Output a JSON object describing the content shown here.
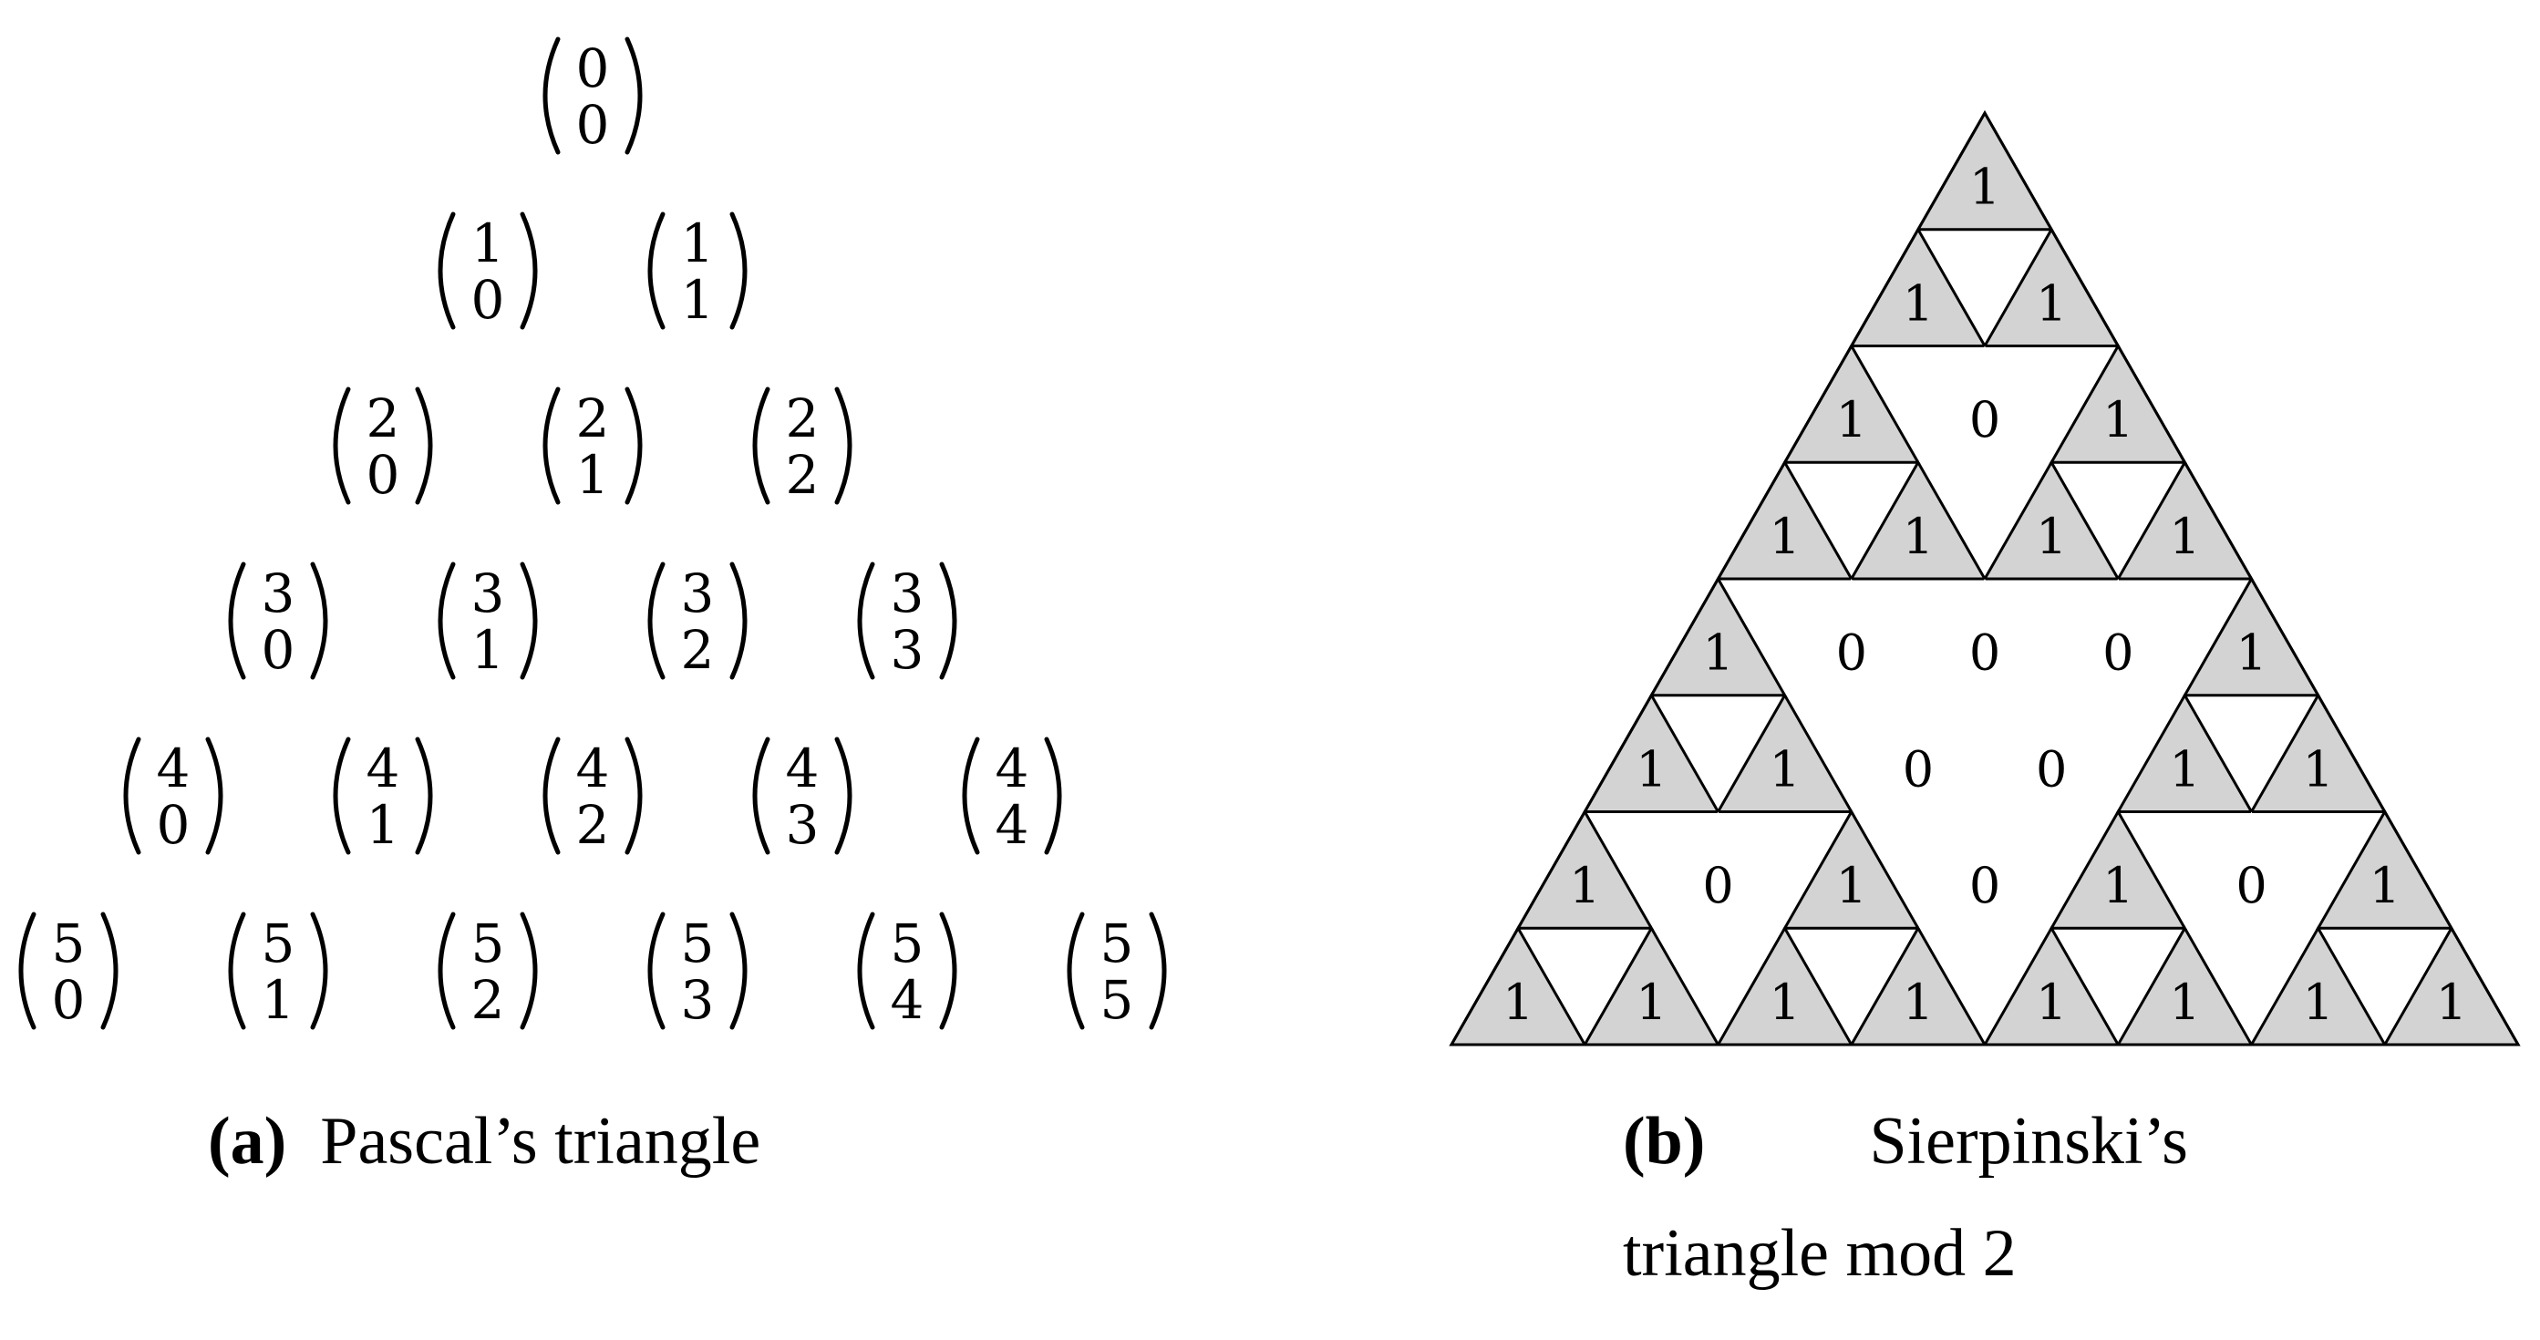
{
  "panel_a": {
    "caption_letter": "(a)",
    "caption_text": "Pascal’s triangle",
    "rows": [
      [
        [
          "0",
          "0"
        ]
      ],
      [
        [
          "1",
          "0"
        ],
        [
          "1",
          "1"
        ]
      ],
      [
        [
          "2",
          "0"
        ],
        [
          "2",
          "1"
        ],
        [
          "2",
          "2"
        ]
      ],
      [
        [
          "3",
          "0"
        ],
        [
          "3",
          "1"
        ],
        [
          "3",
          "2"
        ],
        [
          "3",
          "3"
        ]
      ],
      [
        [
          "4",
          "0"
        ],
        [
          "4",
          "1"
        ],
        [
          "4",
          "2"
        ],
        [
          "4",
          "3"
        ],
        [
          "4",
          "4"
        ]
      ],
      [
        [
          "5",
          "0"
        ],
        [
          "5",
          "1"
        ],
        [
          "5",
          "2"
        ],
        [
          "5",
          "3"
        ],
        [
          "5",
          "4"
        ],
        [
          "5",
          "5"
        ]
      ]
    ]
  },
  "panel_b": {
    "caption_letter": "(b)",
    "caption_line1": "Sierpinski’s",
    "caption_line2": "triangle mod 2",
    "rows": [
      [
        1
      ],
      [
        1,
        1
      ],
      [
        1,
        0,
        1
      ],
      [
        1,
        1,
        1,
        1
      ],
      [
        1,
        0,
        0,
        0,
        1
      ],
      [
        1,
        1,
        0,
        0,
        1,
        1
      ],
      [
        1,
        0,
        1,
        0,
        1,
        0,
        1
      ],
      [
        1,
        1,
        1,
        1,
        1,
        1,
        1,
        1
      ]
    ],
    "colors": {
      "shaded": "#d3d3d3",
      "empty": "#ffffff",
      "stroke": "#000000"
    }
  }
}
